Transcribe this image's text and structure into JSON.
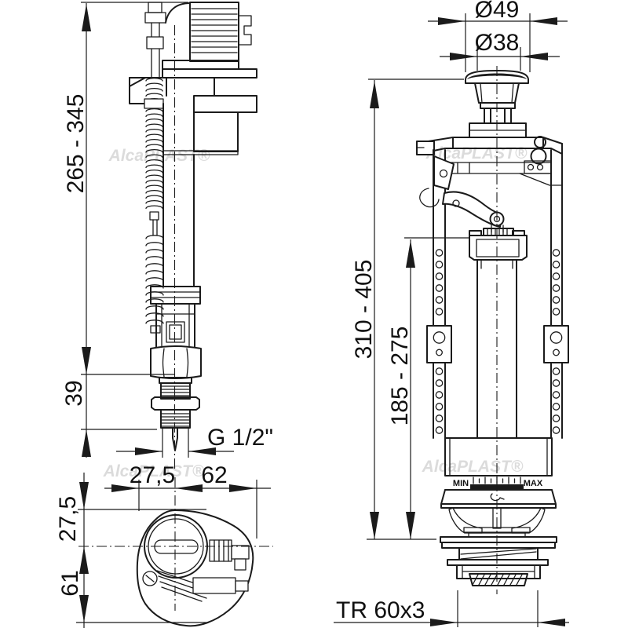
{
  "watermark": "AlcaPLAST®",
  "fill_valve": {
    "height_range": "265 - 345",
    "shank_length": "39",
    "inlet_thread": "G 1/2\"",
    "offset_horizontal_1": "27,5",
    "offset_horizontal_2": "62",
    "offset_vertical_1": "27,5",
    "offset_vertical_2": "61"
  },
  "flush_valve": {
    "cap_diameter": "Ø49",
    "button_diameter": "Ø38",
    "height_range": "310 - 405",
    "inner_height_range": "185 - 275",
    "outlet_thread": "TR 60x3",
    "scale_min": "MIN",
    "scale_max": "MAX"
  }
}
